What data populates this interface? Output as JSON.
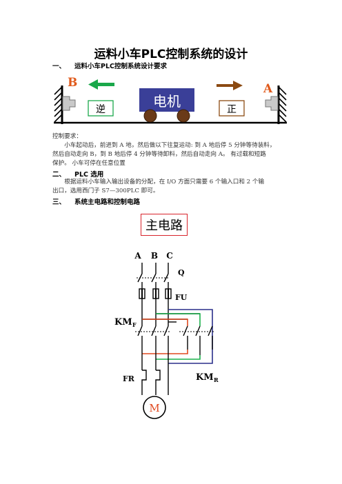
{
  "doc": {
    "title": "运料小车PLC控制系统的设计",
    "sec1": {
      "num": "一、",
      "heading": "运料小车PLC控制系统设计要求"
    },
    "figure1": {
      "label_b": "B",
      "label_a": "A",
      "motor_text": "电机",
      "reverse_text": "逆",
      "forward_text": "正",
      "color_accent": "#e05a1b",
      "color_motor": "#3a3f98",
      "color_reverse_arrow": "#1aa84a",
      "color_forward_arrow": "#8b4a12"
    },
    "control_req_label": "控制要求：",
    "control_req_lines": [
      "小车起动后，前进到 A 地，然后做以下往复运动: 到 A 地后停 5 分钟等待装料，",
      "然后自动走向 B，到 B 地后停 4 分钟等待卸料，然后自动走向 A。  有过载和短路",
      "保护。   小车可停在任意位置"
    ],
    "sec2": {
      "num": "二、",
      "heading": "PLC 选用"
    },
    "sec2_lines": [
      "根据运料小车输入输出设备的分配，在 I/O 方面只需要 6 个输入口和 2 个输",
      "出口，选用西门子 S7—300PLC 即可。"
    ],
    "sec3": {
      "num": "三、",
      "heading": "系统主电路和控制电路"
    },
    "circuit": {
      "title": "主电路",
      "phase_a": "A",
      "phase_b": "B",
      "phase_c": "C",
      "switch_label": "Q",
      "fuse_label": "FU",
      "kmf_label": "KM",
      "kmf_sub": "F",
      "kmr_label": "KM",
      "kmr_sub": "R",
      "fr_label": "FR",
      "motor_label": "M",
      "color_green": "#18b04a",
      "color_red": "#e0491f",
      "color_blue": "#2a2f8a"
    }
  }
}
